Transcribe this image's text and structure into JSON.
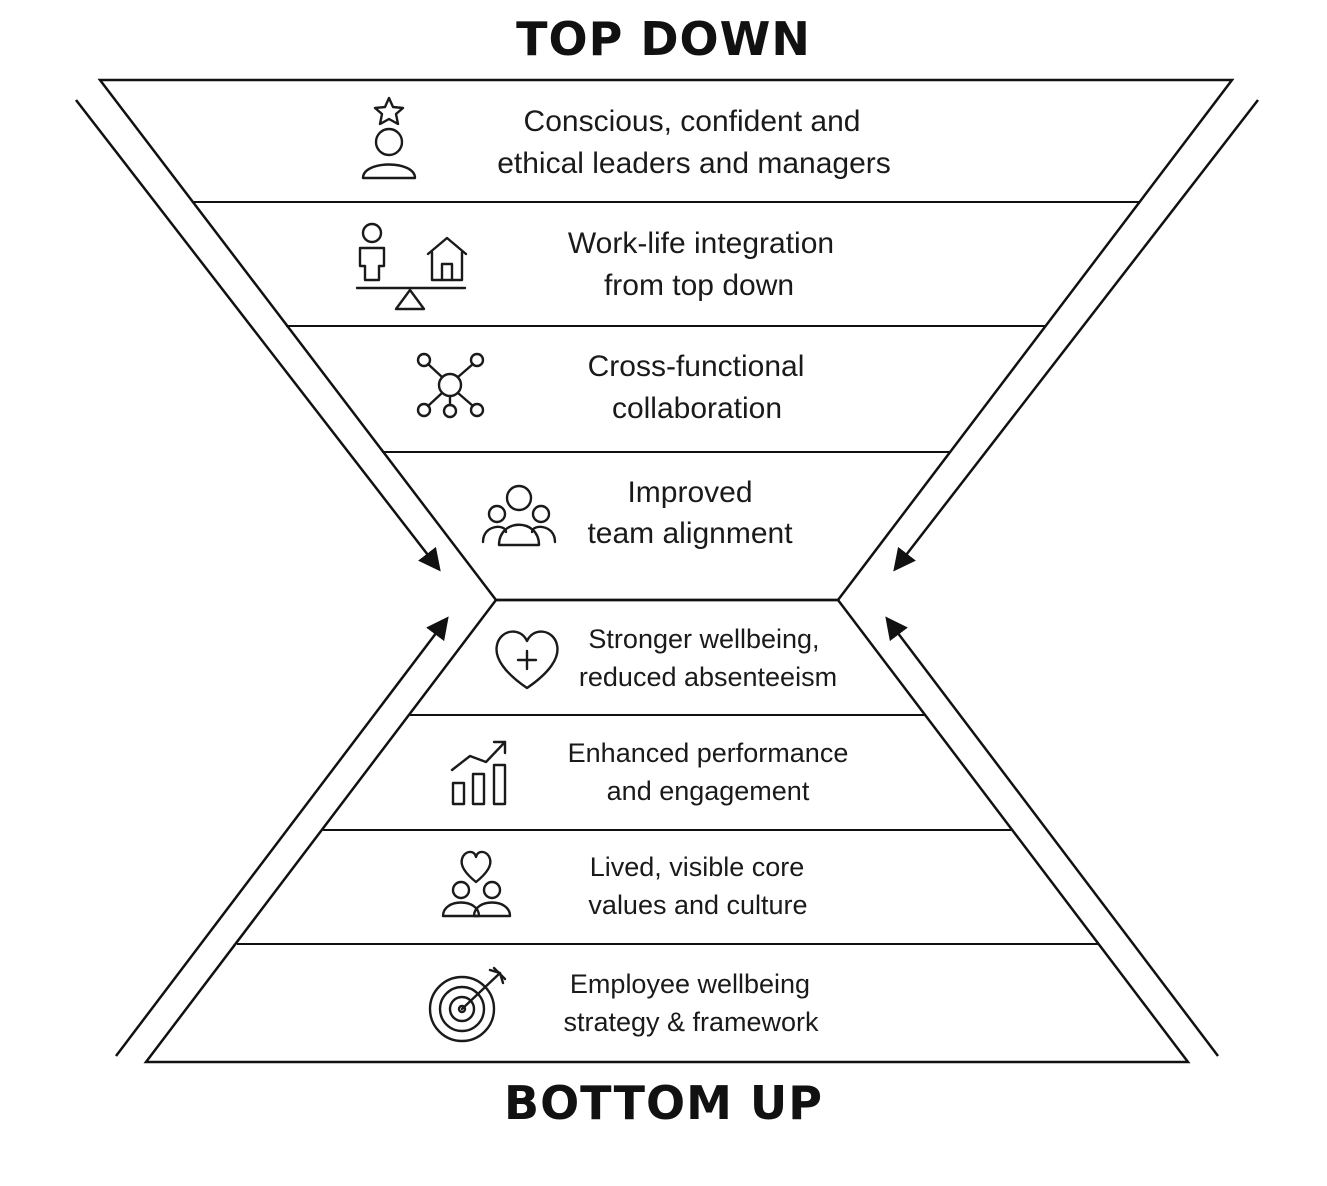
{
  "heading_top": "TOP DOWN",
  "heading_bottom": "BOTTOM UP",
  "top_levels": [
    {
      "line1": "Conscious, confident and",
      "line2": "ethical leaders and managers",
      "icon": "leader-star-icon"
    },
    {
      "line1": "Work-life integration",
      "line2": "from top down",
      "icon": "work-life-balance-icon"
    },
    {
      "line1": "Cross-functional",
      "line2": "collaboration",
      "icon": "network-icon"
    },
    {
      "line1": "Improved",
      "line2": "team alignment",
      "icon": "team-icon"
    }
  ],
  "bottom_levels": [
    {
      "line1": "Stronger wellbeing,",
      "line2": "reduced absenteeism",
      "icon": "heart-plus-icon"
    },
    {
      "line1": "Enhanced performance",
      "line2": "and engagement",
      "icon": "growth-chart-icon"
    },
    {
      "line1": "Lived, visible core",
      "line2": "values and culture",
      "icon": "people-heart-icon"
    },
    {
      "line1": "Employee wellbeing",
      "line2": "strategy & framework",
      "icon": "target-arrow-icon"
    }
  ],
  "colors": {
    "stroke": "#1a1a1a",
    "background": "#ffffff"
  }
}
